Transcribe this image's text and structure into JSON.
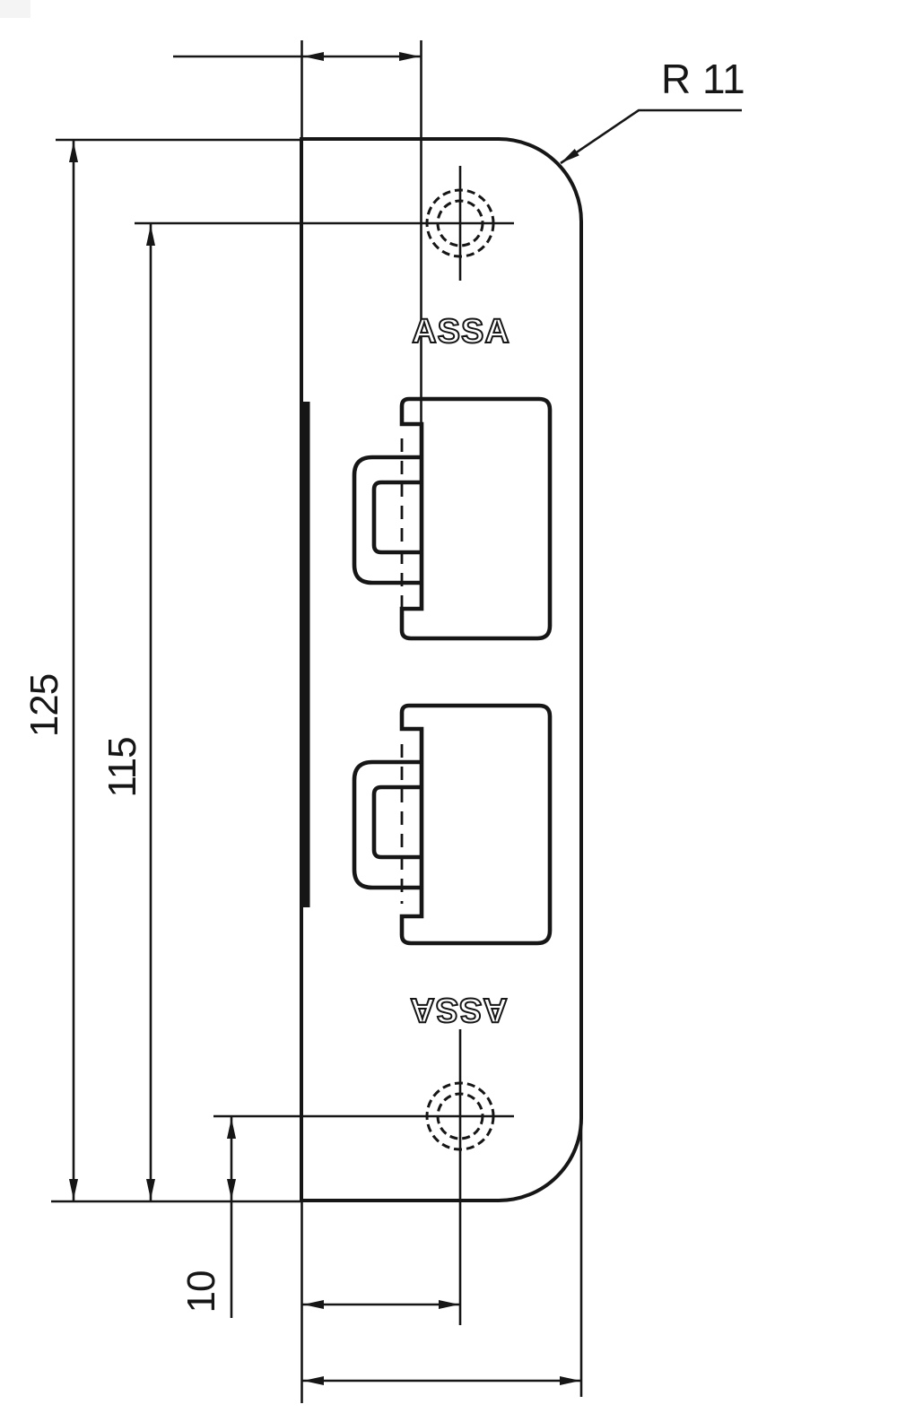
{
  "meta": {
    "background_color": "#ffffff",
    "line_color": "#161616",
    "drawing_style": "monochrome engineering drawing, front view of lock strike plate"
  },
  "drawing": {
    "brand_stamp_top": "ASSA",
    "brand_stamp_bottom": "ASSA",
    "dimension_labels": {
      "corner_radius": "R 11",
      "overall_height": "125",
      "hole_center_height": "115",
      "hole_bottom_offset": "10"
    },
    "features": {
      "screw_holes": 2,
      "latch_cutouts": 2,
      "unlabeled_dimension_lines": 3
    }
  }
}
